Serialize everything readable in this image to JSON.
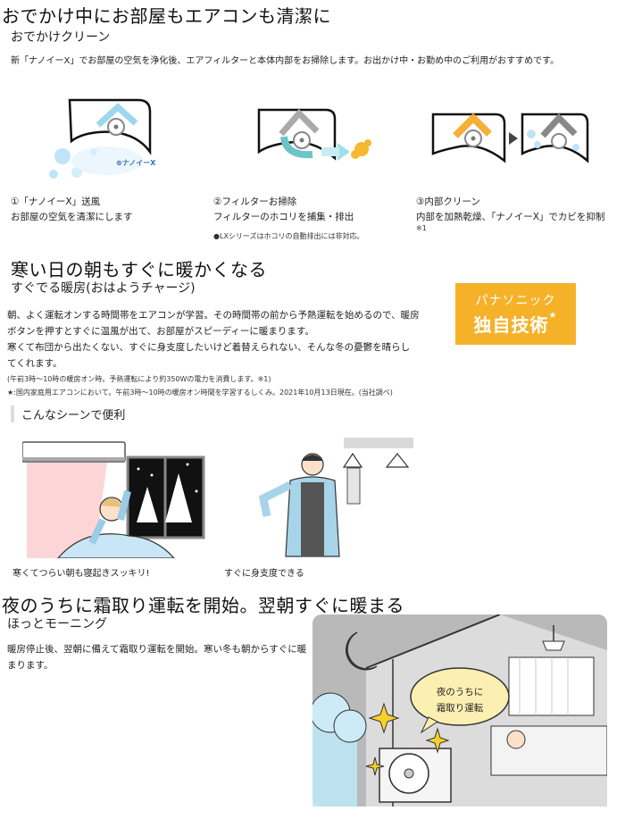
{
  "section1": {
    "title": "おでかけ中にお部屋もエアコンも清潔に",
    "subtitle": "おでかけクリーン",
    "description": "新「ナノイーX」でお部屋の空気を浄化後、エアフィルターと本体内部をお掃除します。お出かけ中・お勤め中のご利用がおすすめです。",
    "nanoe_logo": "ナノイーX",
    "steps": [
      {
        "label": "①「ナノイーX」送風",
        "desc": "お部屋の空気を清潔にします"
      },
      {
        "label": "②フィルターお掃除",
        "desc": "フィルターのホコリを捕集・排出"
      },
      {
        "label": "③内部クリーン",
        "desc": "内部を加熱乾燥、「ナノイーX」でカビを抑制",
        "note": "※1"
      }
    ],
    "lx_note": "●LXシリーズはホコリの自動排出には非対応。"
  },
  "section2": {
    "title": "寒い日の朝もすぐに暖かくなる",
    "subtitle": "すぐでる暖房(おはようチャージ)",
    "badge_line1": "パナソニック",
    "badge_line2": "独自技術",
    "para_lines": [
      "朝、よく運転オンする時間帯をエアコンが学習。その時間帯の前から予熱運転を始めるので、暖房",
      "ボタンを押すとすぐに温風が出て、お部屋がスピーディーに暖まります。",
      "寒くて布団から出たくない、すぐに身支度したいけど着替えられない、そんな冬の憂鬱を晴らし",
      "てくれます。"
    ],
    "note1": "(午前3時〜10時の暖房オン時。予熱運転により約350Wの電力を消費します。※1)",
    "note2": "★:国内家庭用エアコンにおいて。午前3時〜10時の暖房オン時間を学習するしくみ。2021年10月13日現在。(当社調べ)",
    "scenes_header": "こんなシーンで便利",
    "scene_captions": [
      "寒くてつらい朝も寝起きスッキリ!",
      "すぐに身支度できる"
    ]
  },
  "section3": {
    "title": "夜のうちに霜取り運転を開始。翌朝すぐに暖まる",
    "subtitle": "ほっとモーニング",
    "para_lines": [
      "暖房停止後、翌朝に備えて霜取り運転を開始。寒い冬も朝からすぐに暖",
      "まります。"
    ],
    "bubble_lines": [
      "夜のうちに",
      "霜取り運転"
    ]
  },
  "colors": {
    "badge": "#f5b229",
    "nanoe_blue": "#4da3d8",
    "heat_red": "#f28b8b"
  }
}
